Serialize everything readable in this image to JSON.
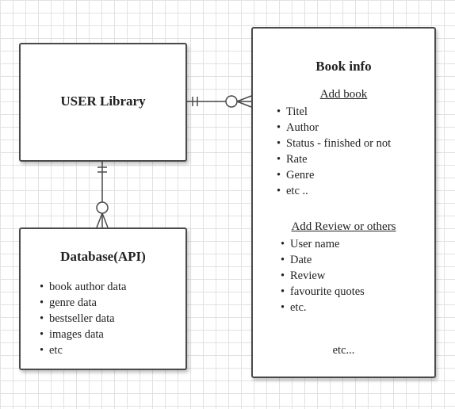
{
  "entities": {
    "user_library": {
      "title": "USER Library"
    },
    "database": {
      "title": "Database(API)",
      "items": [
        "book author data",
        "genre data",
        "bestseller data",
        "images data",
        "etc"
      ]
    },
    "book_info": {
      "title": "Book info",
      "section1": {
        "heading": "Add book",
        "items": [
          "Titel",
          "Author",
          "Status - finished or not",
          "Rate",
          "Genre",
          "etc .."
        ]
      },
      "section2": {
        "heading": "Add Review or others",
        "items": [
          "User name",
          "Date",
          "Review",
          "favourite quotes",
          "etc."
        ]
      },
      "footer": "etc..."
    }
  },
  "relationships": [
    {
      "from": "USER Library",
      "to": "Book info",
      "from_end": "one-and-only-one",
      "to_end": "zero-or-many"
    },
    {
      "from": "USER Library",
      "to": "Database(API)",
      "from_end": "one-and-only-one",
      "to_end": "zero-or-many"
    }
  ],
  "colors": {
    "grid": "#e2e2e2",
    "stroke": "#4a4a4a",
    "box_fill": "#ffffff"
  }
}
